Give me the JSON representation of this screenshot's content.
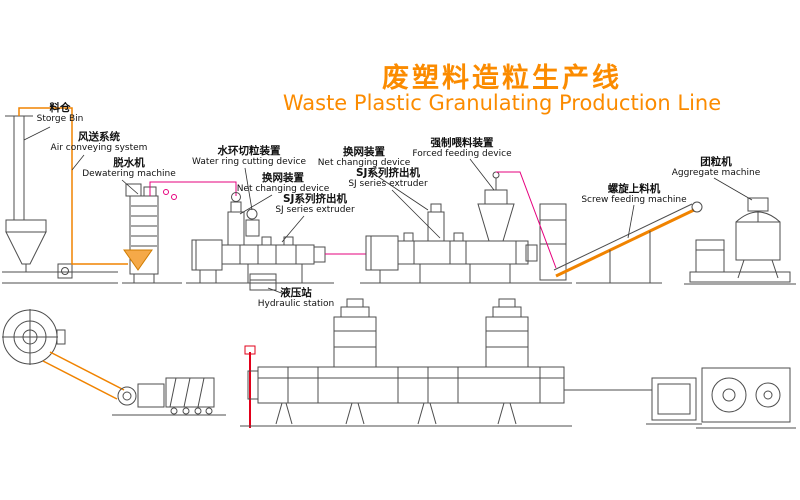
{
  "title": {
    "cn": "废塑料造粒生产线",
    "en": "Waste Plastic Granulating Production Line"
  },
  "labels": [
    {
      "id": "storage-bin",
      "cn": "料仓",
      "en": "Storge Bin"
    },
    {
      "id": "air-conveying-system",
      "cn": "风送系统",
      "en": "Air conveying system"
    },
    {
      "id": "dewatering-machine",
      "cn": "脱水机",
      "en": "Dewatering machine"
    },
    {
      "id": "water-ring-cutting-device",
      "cn": "水环切粒装置",
      "en": "Water ring cutting device"
    },
    {
      "id": "net-changing-device-1",
      "cn": "换网装置",
      "en": "Net changing device"
    },
    {
      "id": "sj-series-extruder-1",
      "cn": "SJ系列挤出机",
      "en": "SJ series extruder"
    },
    {
      "id": "net-changing-device-2",
      "cn": "换网装置",
      "en": "Net changing device"
    },
    {
      "id": "sj-series-extruder-2",
      "cn": "SJ系列挤出机",
      "en": "SJ series extruder"
    },
    {
      "id": "forced-feeding-device",
      "cn": "强制喂料装置",
      "en": "Forced feeding device"
    },
    {
      "id": "aggregate-machine",
      "cn": "团粒机",
      "en": "Aggregate machine"
    },
    {
      "id": "screw-feeding-machine",
      "cn": "螺旋上料机",
      "en": "Screw feeding machine"
    },
    {
      "id": "hydraulic-station",
      "cn": "液压站",
      "en": "Hydraulic station"
    }
  ],
  "colors": {
    "title_orange": "#fb8b00",
    "pipe_orange": "#f08300",
    "line_gray": "#4d4d4d",
    "accent_magenta": "#e6007e",
    "accent_red": "#e2001a"
  }
}
